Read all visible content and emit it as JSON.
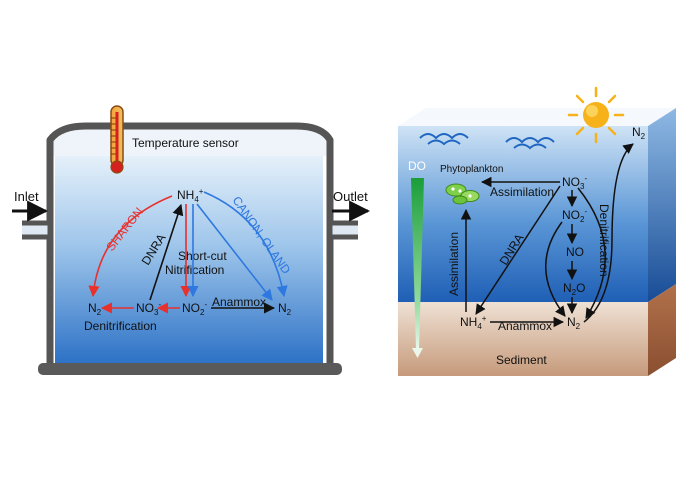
{
  "reactor": {
    "temperature_sensor": "Temperature sensor",
    "inlet": "Inlet",
    "outlet": "Outlet",
    "nh4": "NH4",
    "nh4_charge": "+",
    "sharon": "SHARON",
    "dnra": "DNRA",
    "canon_oland": "CANON, OLAND",
    "shortcut_line1": "Short-cut",
    "shortcut_line2": "Nitrification",
    "n2_left": "N2",
    "no3": "NO3",
    "no3_charge": "-",
    "no2": "NO2",
    "no2_charge": "-",
    "anammox": "Anammox",
    "n2_right": "N2",
    "denitrification": "Denitrification"
  },
  "water": {
    "do_label": "DO",
    "phytoplankton": "Phytoplankton",
    "assimilation_top": "Assimilation",
    "assimilation_side": "Assimilation",
    "no3": "NO3",
    "no3_charge": "-",
    "no2": "NO2",
    "no2_charge": "-",
    "no": "NO",
    "n2o": "N2O",
    "dnra": "DNRA",
    "denitrification": "Denitrification",
    "n2_air": "N2",
    "n2_sediment": "N2",
    "nh4": "NH4",
    "nh4_charge": "+",
    "anammox": "Anammox",
    "sediment": "Sediment"
  },
  "colors": {
    "sharon": "#e8302d",
    "canon_oland": "#2e78e0",
    "black_path": "#111111",
    "water_top": "#dbeaf7",
    "water_bottom": "#2b6fc0",
    "sediment": "#e7d3c2",
    "do_bar": "#2fb24a",
    "sun": "#f7b21a"
  }
}
